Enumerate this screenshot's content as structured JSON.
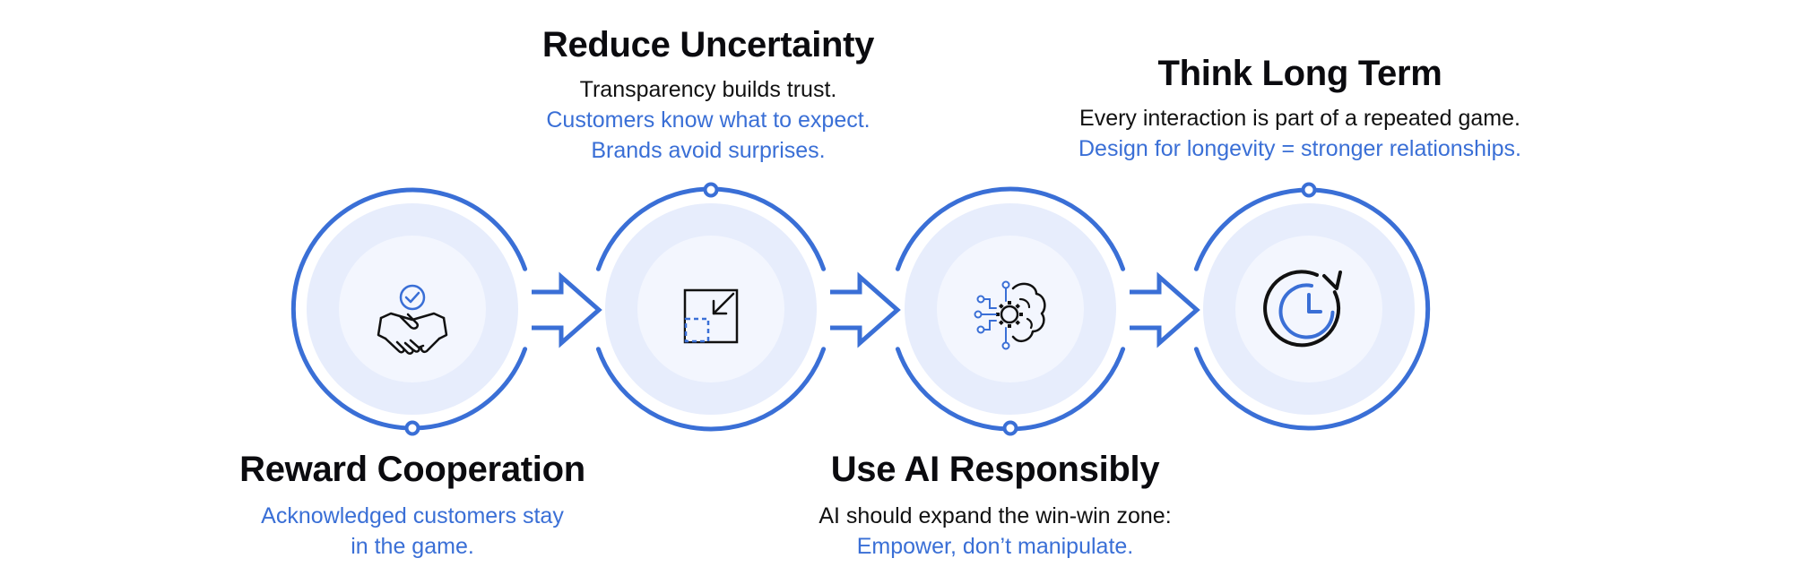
{
  "colors": {
    "accent": "#3a6fd6",
    "ring_fill": "#e6ecfb",
    "ring_inner": "#f2f5fe",
    "heading": "#0b0b0f",
    "body_text": "#111111"
  },
  "steps": [
    {
      "id": "reward-cooperation",
      "title": "Reward Cooperation",
      "lines": [],
      "blue_lines": [
        "Acknowledged customers stay",
        "in the game."
      ],
      "icon": "handshake-check-icon"
    },
    {
      "id": "reduce-uncertainty",
      "title": "Reduce Uncertainty",
      "lines": [
        "Transparency builds trust."
      ],
      "blue_lines": [
        "Customers know what to expect.",
        "Brands avoid surprises."
      ],
      "icon": "shrink-square-icon"
    },
    {
      "id": "use-ai-responsibly",
      "title": "Use AI Responsibly",
      "lines": [
        "AI should expand the win-win zone:"
      ],
      "blue_lines": [
        "Empower, don’t manipulate."
      ],
      "icon": "ai-brain-gear-icon"
    },
    {
      "id": "think-long-term",
      "title": "Think Long Term",
      "lines": [
        "Every interaction is part of a repeated game."
      ],
      "blue_lines": [
        "Design for longevity = stronger relationships."
      ],
      "icon": "clock-refresh-icon"
    }
  ]
}
